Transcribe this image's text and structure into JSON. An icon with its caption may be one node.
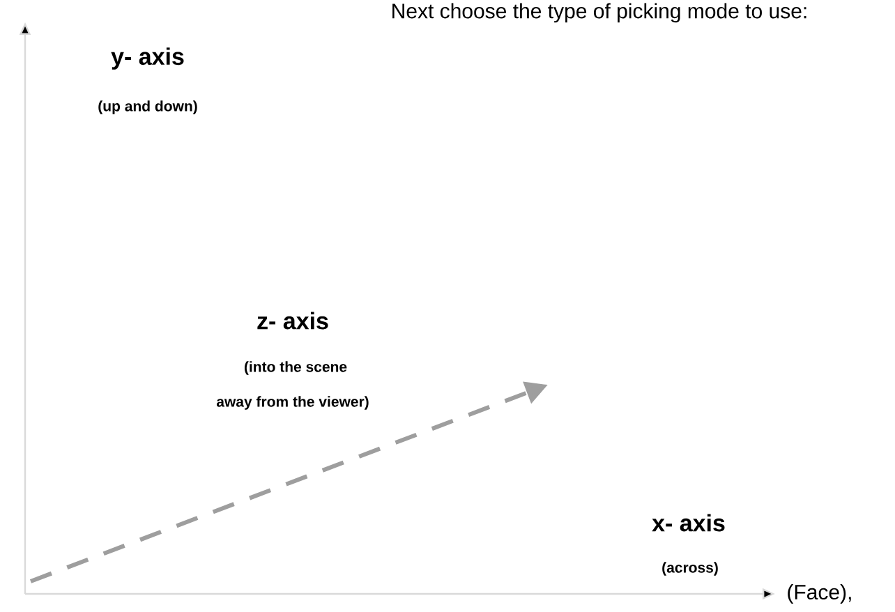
{
  "diagram": {
    "labels": [
      "Next choose the type of picking mode to use:",
      "y- axis",
      "(up and down)",
      "z- axis",
      "(into the scene",
      "away from the viewer)",
      "x- axis",
      "(across)",
      "(Face),"
    ]
  }
}
